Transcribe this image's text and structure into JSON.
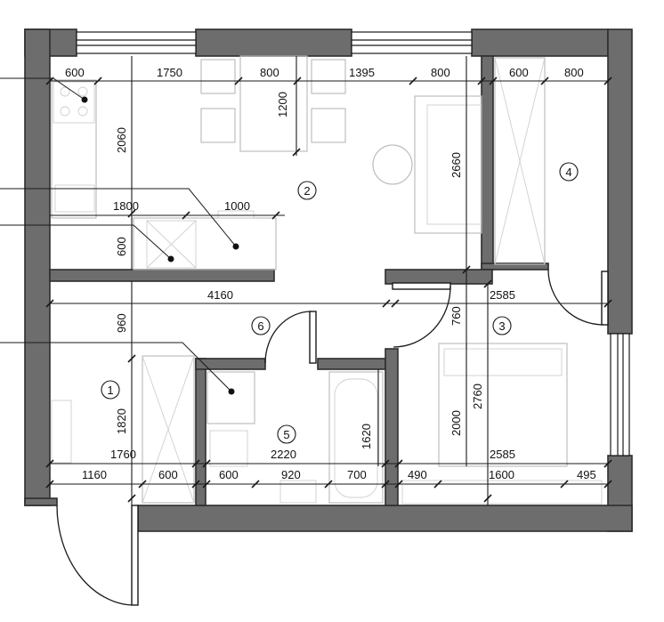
{
  "dimensions": {
    "top_kitchen_depth": "600",
    "top_dining_width": "1750",
    "top_table_width": "800",
    "top_living_width": "1395",
    "top_sofa_depth": "800",
    "top_wardrobe_left": "600",
    "top_wardrobe_right": "800",
    "vert_table_depth": "1200",
    "vert_kitchen_length": "2060",
    "vert_living_depth": "2660",
    "kitchen_counter_length": "1800",
    "kitchen_island_length": "1000",
    "vert_counter_depth": "600",
    "hall_width": "4160",
    "bedroom_width_top": "2585",
    "vert_hall_depth": "960",
    "vert_door_offset": "760",
    "vert_bedroom_depth": "2760",
    "vert_bed_length": "2000",
    "vert_entry_depth": "1820",
    "vert_bath_depth": "1620",
    "entry_width": "1760",
    "bath_width": "2220",
    "bedroom_width_bottom": "2585",
    "bottom_entry_left": "1160",
    "bottom_entry_right": "600",
    "bottom_bath_a": "600",
    "bottom_bath_b": "920",
    "bottom_bath_c": "700",
    "bottom_bed_left": "490",
    "bottom_bed_width": "1600",
    "bottom_bed_right": "495"
  },
  "rooms": [
    "1",
    "2",
    "3",
    "4",
    "5",
    "6"
  ]
}
